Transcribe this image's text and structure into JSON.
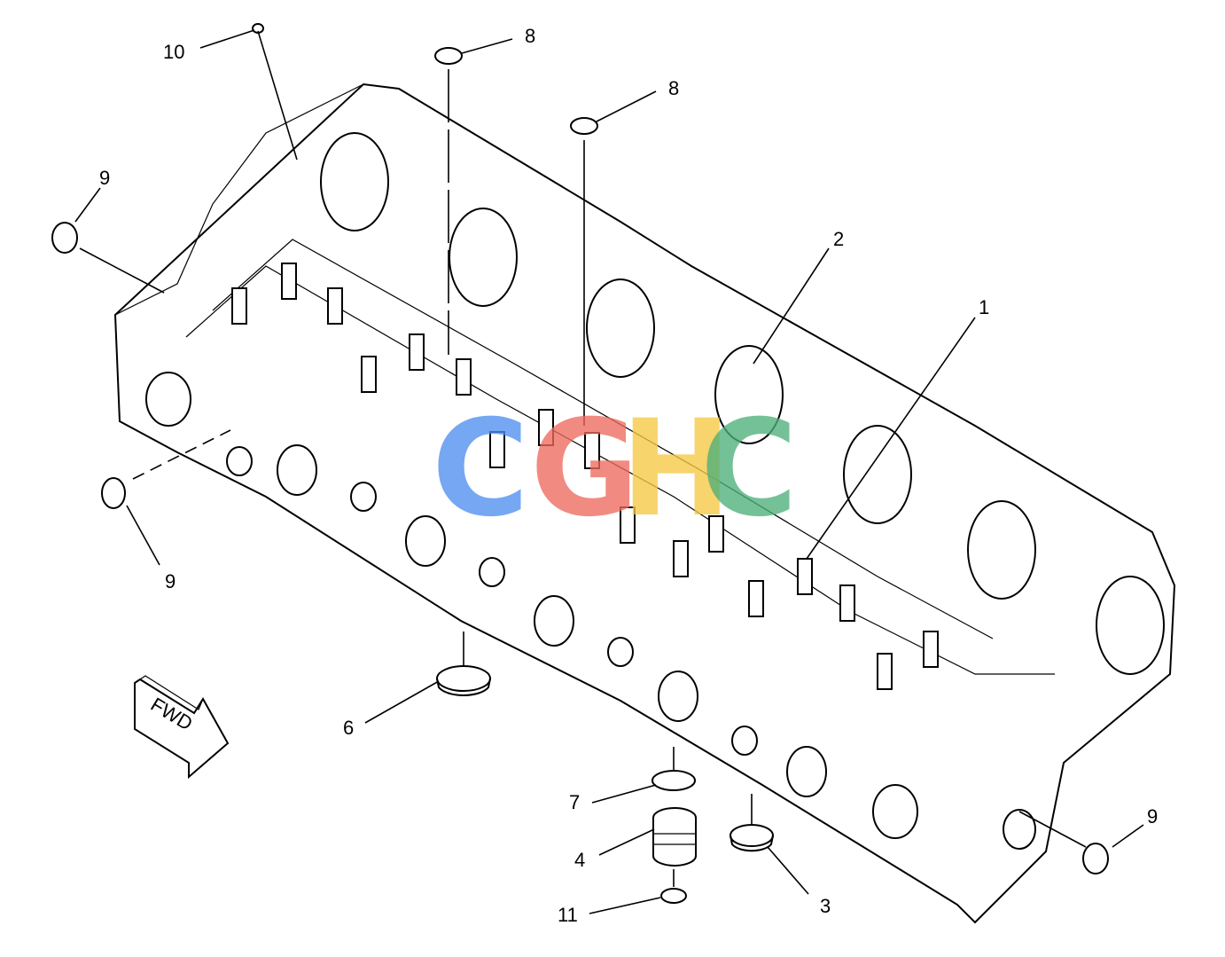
{
  "diagram": {
    "callouts": [
      {
        "id": "c10",
        "label": "10"
      },
      {
        "id": "c8a",
        "label": "8"
      },
      {
        "id": "c8b",
        "label": "8"
      },
      {
        "id": "c9a",
        "label": "9"
      },
      {
        "id": "c9b",
        "label": "9"
      },
      {
        "id": "c9c",
        "label": "9"
      },
      {
        "id": "c2",
        "label": "2"
      },
      {
        "id": "c1",
        "label": "1"
      },
      {
        "id": "c6",
        "label": "6"
      },
      {
        "id": "c7",
        "label": "7"
      },
      {
        "id": "c4",
        "label": "4"
      },
      {
        "id": "c11",
        "label": "11"
      },
      {
        "id": "c3",
        "label": "3"
      }
    ],
    "fwd_label": "FWD",
    "watermark": {
      "letters": [
        "C",
        "G",
        "H",
        "C"
      ],
      "colors": [
        "#4f8ff0",
        "#ee6b5e",
        "#f6c944",
        "#4fb07a"
      ]
    }
  }
}
